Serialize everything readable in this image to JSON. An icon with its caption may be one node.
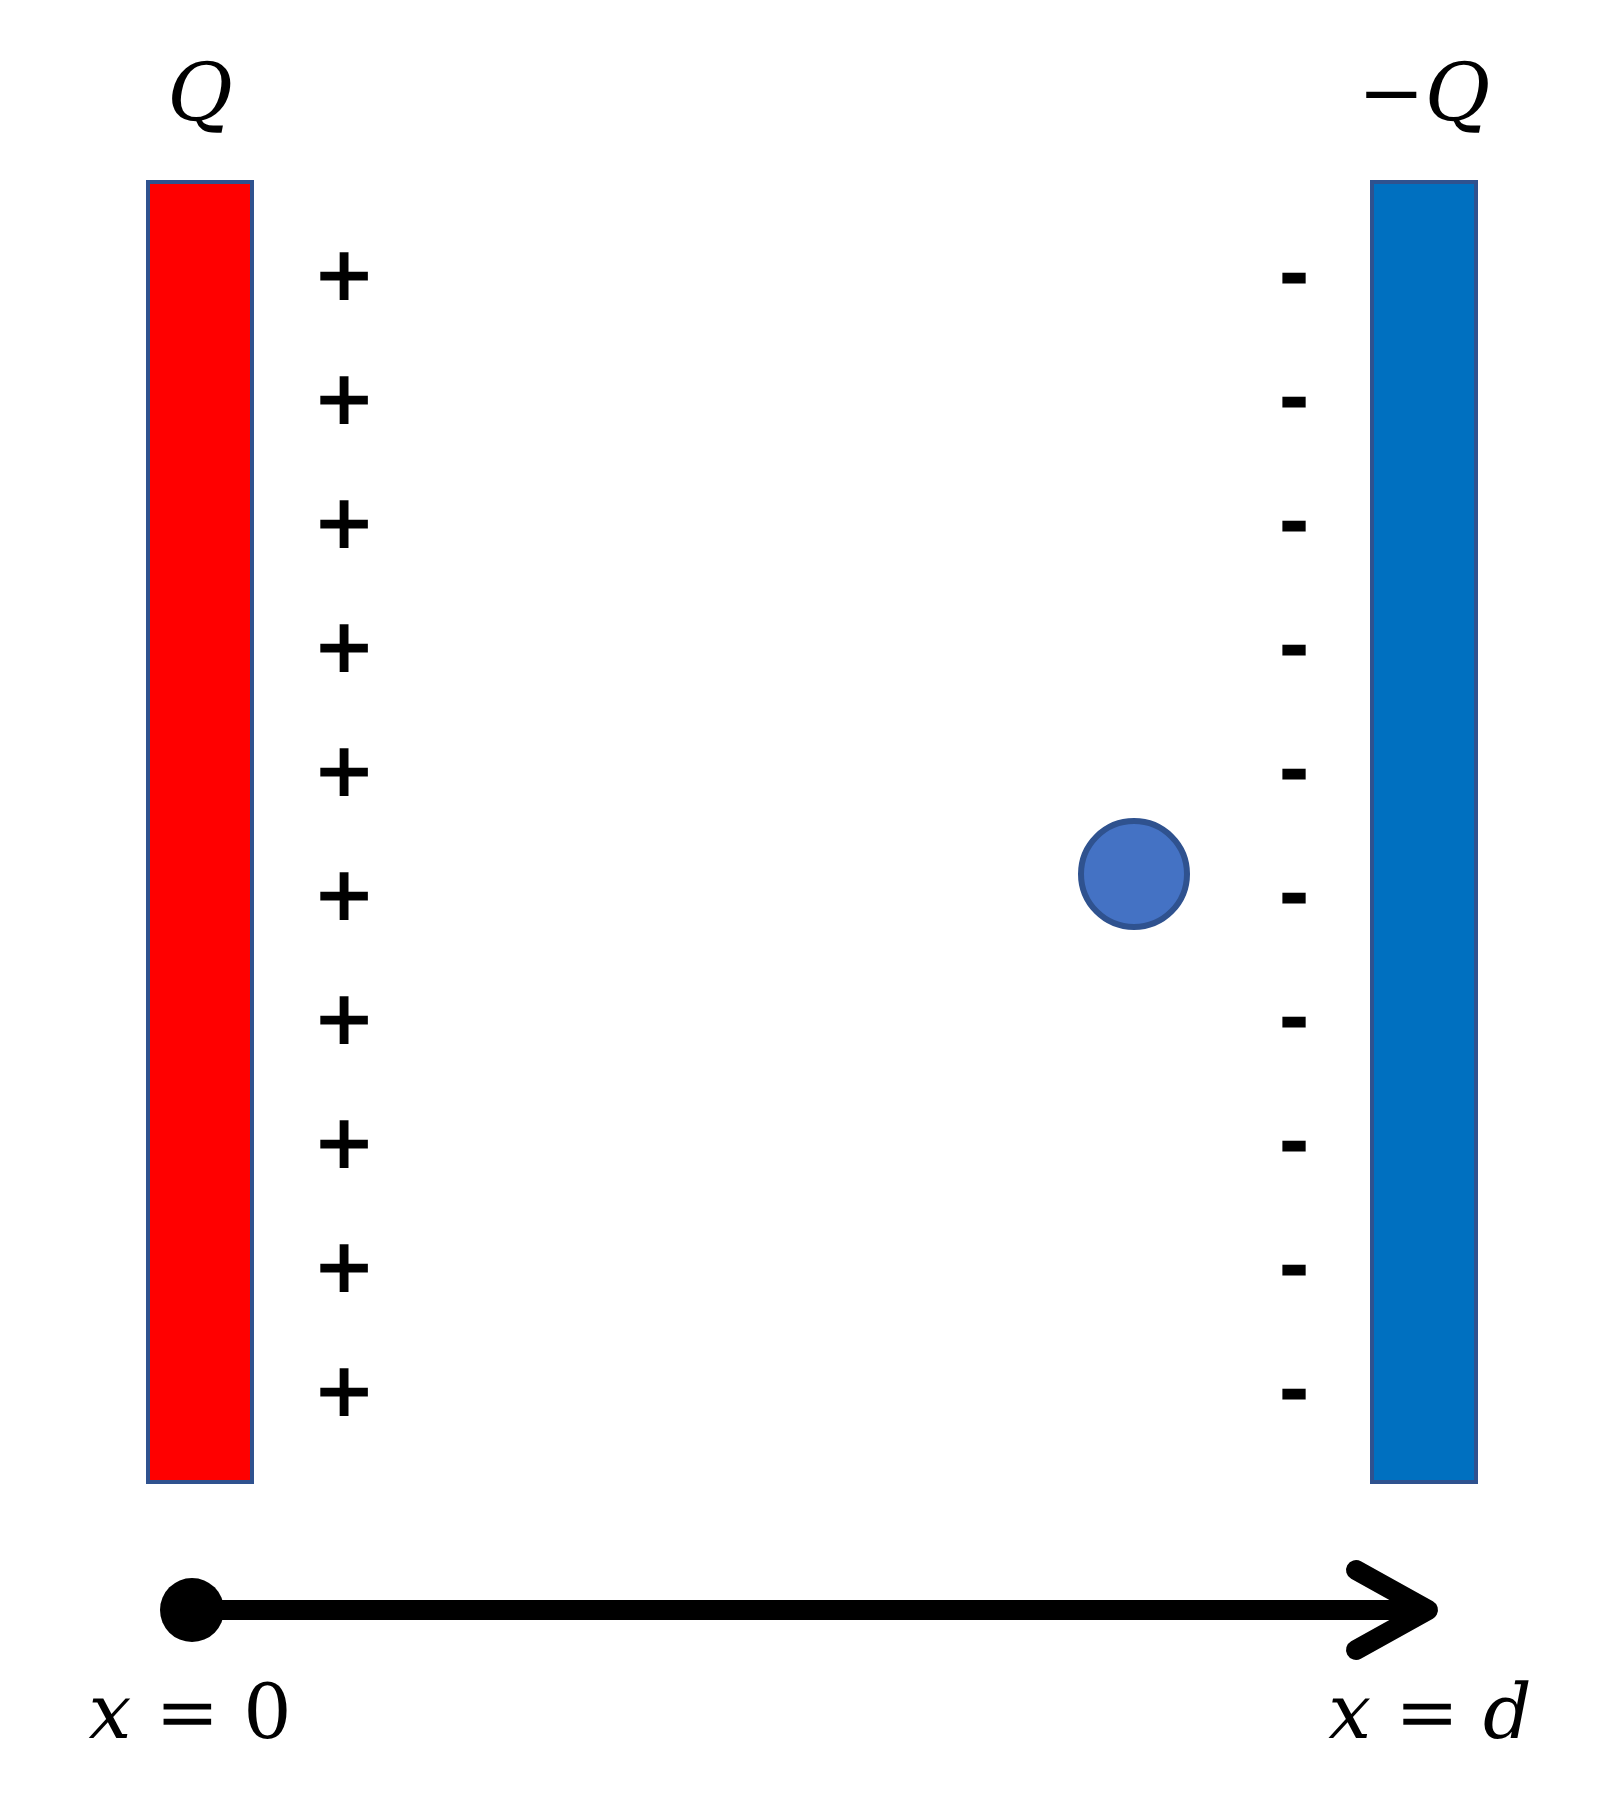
{
  "diagram": {
    "nodes": [
      {
        "text": [
          "*Q*"
        ]
      },
      {
        "text": [
          "−*Q*"
        ]
      },
      {
        "text": [],
        "shape": "circle"
      }
    ],
    "labels": [
      "+",
      "-",
      "+",
      "-",
      "+",
      "-",
      "+",
      "-",
      "+",
      "-",
      "+",
      "-",
      "+",
      "-",
      "+",
      "-",
      "+",
      "-",
      "+",
      "-",
      "*x* = 0",
      "*x* = *d*"
    ]
  }
}
